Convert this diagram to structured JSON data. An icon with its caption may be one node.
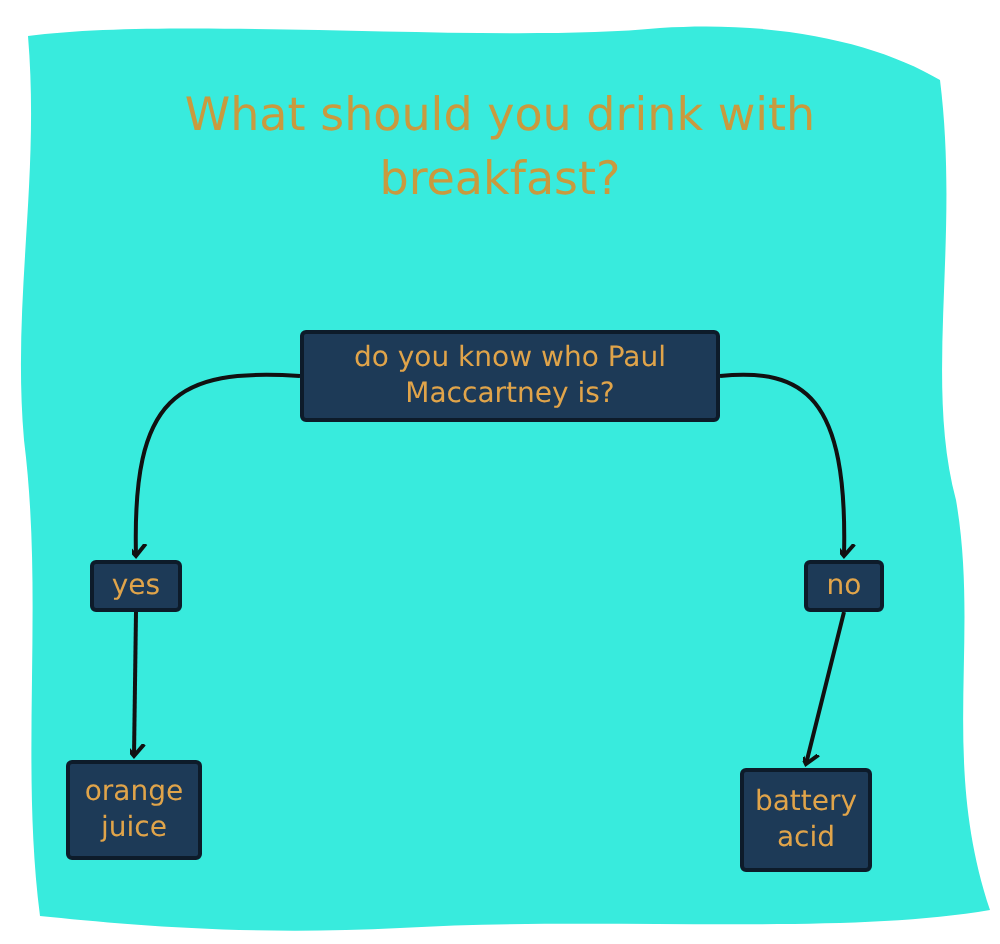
{
  "diagram": {
    "title": "What should you drink with breakfast?",
    "nodes": [
      {
        "text": [
          "do you know who Paul Maccartney is?"
        ]
      },
      {
        "text": [
          "yes"
        ]
      },
      {
        "text": [
          "no"
        ]
      },
      {
        "text": [
          "orange juice"
        ]
      },
      {
        "text": [
          "battery acid"
        ]
      }
    ],
    "edges": [
      {
        "from": 0,
        "to": 1,
        "arrow": "to"
      },
      {
        "from": 0,
        "to": 2,
        "arrow": "to"
      },
      {
        "from": 1,
        "to": 3,
        "arrow": "to"
      },
      {
        "from": 2,
        "to": 4,
        "arrow": "to"
      }
    ]
  }
}
